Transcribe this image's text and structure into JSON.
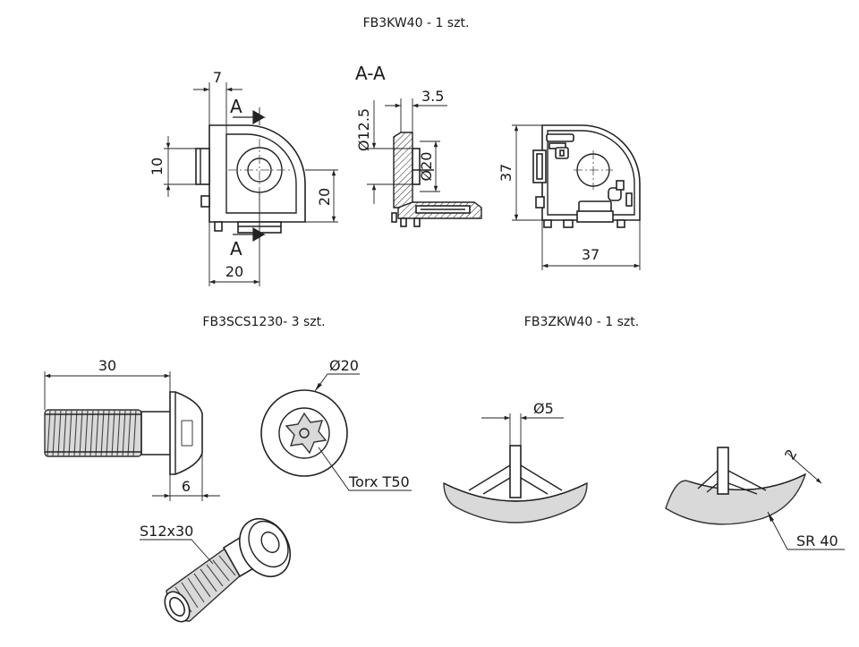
{
  "captions": {
    "corner": "FB3KW40 - 1 szt.",
    "screw": "FB3SCS1230- 3 szt.",
    "cap": "FB3ZKW40 - 1 szt."
  },
  "corner_drawing": {
    "dim_top": "7",
    "dim_left": "10",
    "dim_right": "20",
    "dim_bottom": "20",
    "section_mark": "A",
    "section_title": "A-A",
    "dim_thickness": "3.5",
    "dim_outer_diameter": "Ø12.5",
    "dim_inner_diameter": "Ø20",
    "dim_height": "37",
    "dim_width": "37"
  },
  "screw_drawing": {
    "dim_length": "30",
    "dim_head": "6",
    "dim_head_diameter": "Ø20",
    "drive_label": "Torx T50",
    "thread_label": "S12x30"
  },
  "cap_drawing": {
    "dim_pin": "Ø5",
    "dim_thickness": "2",
    "dim_radius": "SR 40"
  }
}
